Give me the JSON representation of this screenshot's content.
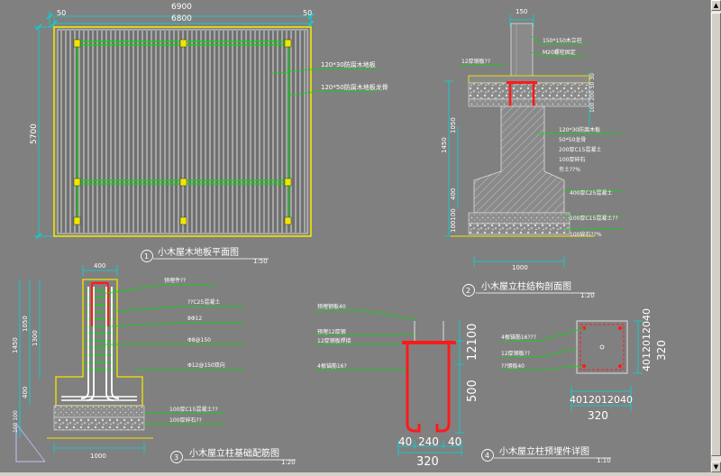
{
  "colors": {
    "background": "#808080",
    "cyan": "#00d8d8",
    "white": "#ffffff",
    "yellow": "#f2e600",
    "red": "#ff1a1a",
    "green": "#00e000",
    "magenta": "#ff00ff",
    "grid": "#7a7a7a"
  },
  "plan": {
    "dim_top_total": "6900",
    "dim_top_inner": "6800",
    "dim_side_a": "50",
    "dim_side_b": "50",
    "dim_height": "5700",
    "note_joist": "120*30防腐木地板",
    "note_beam": "120*50防腐木地板龙骨",
    "title_num": "1",
    "title": "小木屋木地板平面图",
    "scale": "1:50"
  },
  "section": {
    "dim_top": "150",
    "dim_total_height": "1450",
    "dim_upper": "1050",
    "dim_lower": "400",
    "dim_bottom": "100100",
    "dim_width": "1000",
    "note_post": "150*150木立柱",
    "note_anchor": "12厚钢板??",
    "note_bolt": "M20螺栓固定",
    "note_misc": "120*30防腐木",
    "note_thk": "100 200 50 30",
    "notes": [
      "120*30防腐木板",
      "50*50龙骨",
      "200厚C15混凝土",
      "100厚碎石",
      "夯土??%"
    ],
    "note_footing": "400厚C25混凝土",
    "note_base1": "100厚C15混凝土??",
    "note_base2": "100碎石??%",
    "title_num": "2",
    "title": "小木屋立柱结构剖面图",
    "scale": "1:20"
  },
  "rebar": {
    "dim_top": "400",
    "dim_total": "1450",
    "dim_upper": "1050",
    "dim_mid": "1300",
    "dim_lower": "400",
    "dim_base": "100 100",
    "dim_width": "1000",
    "notes": [
      "预埋件??",
      "??C25混凝土",
      "8Φ12",
      "Φ8@150",
      "Φ12@150双向"
    ],
    "note_base1": "100厚C15混凝土??",
    "note_base2": "100厚碎石??",
    "title_num": "3",
    "title": "小木屋立柱基础配筋图",
    "scale": "1:20"
  },
  "embed": {
    "notes": [
      "预埋钢板40",
      "预埋12厚钢",
      "12厚钢板焊接",
      "4根锚筋16?"
    ],
    "dim_right_top": "12100",
    "dim_right_bot": "500",
    "dim_bottom_parts": [
      "40",
      "240",
      "40"
    ],
    "dim_bottom_total": "320"
  },
  "plate": {
    "notes": [
      "4根锚筋16???",
      "12厚钢板??",
      "??钢板40"
    ],
    "dim_side": "4012012040",
    "dim_side_total": "320",
    "dim_bottom_parts": "4012012040",
    "dim_bottom_total": "320",
    "title_num": "4",
    "title": "小木屋立柱预埋件详图",
    "scale": "1:10"
  }
}
